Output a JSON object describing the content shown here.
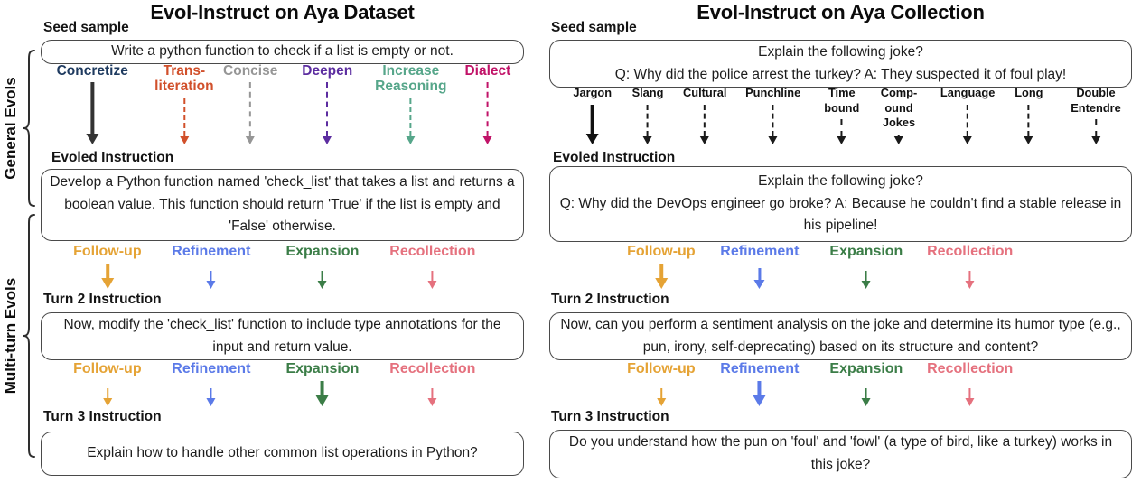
{
  "side_labels": {
    "general": "General Evols",
    "multi_turn": "Multi-turn Evols"
  },
  "left_panel": {
    "title": "Evol-Instruct on Aya Dataset",
    "seed_label": "Seed sample",
    "seed_text": "Write a python function to check if a list is empty or not.",
    "general_evols": [
      {
        "label": "Concretize",
        "color": "#1e3a5f",
        "arrow": {
          "style": "solid",
          "weight": "thick",
          "color": "#333333"
        }
      },
      {
        "label": "Trans-\nliteration",
        "color": "#d1502b",
        "arrow": {
          "style": "dashed",
          "weight": "thin",
          "color": "#d1502b"
        }
      },
      {
        "label": "Concise",
        "color": "#969696",
        "arrow": {
          "style": "dashed",
          "weight": "thin",
          "color": "#969696"
        }
      },
      {
        "label": "Deepen",
        "color": "#5c2da0",
        "arrow": {
          "style": "dashed",
          "weight": "thin",
          "color": "#5c2da0"
        }
      },
      {
        "label": "Increase\nReasoning",
        "color": "#56a68a",
        "arrow": {
          "style": "dashed",
          "weight": "thin",
          "color": "#56a68a"
        }
      },
      {
        "label": "Dialect",
        "color": "#c11368",
        "arrow": {
          "style": "dashed",
          "weight": "thin",
          "color": "#c11368"
        }
      }
    ],
    "evolved_label": "Evoled Instruction",
    "evolved_text": "Develop a Python function named 'check_list' that takes a list and returns a boolean value. This function should return 'True' if the list is empty and 'False' otherwise.",
    "turn2": {
      "label": "Turn 2 Instruction",
      "text": "Now, modify the 'check_list' function to include type annotations for the input and return value.",
      "evols": [
        {
          "label": "Follow-up",
          "color": "#e5a335",
          "arrow": {
            "style": "solid",
            "weight": "thick",
            "color": "#e5a335"
          }
        },
        {
          "label": "Refinement",
          "color": "#5b7ae8",
          "arrow": {
            "style": "dashed",
            "weight": "thin",
            "color": "#5b7ae8"
          }
        },
        {
          "label": "Expansion",
          "color": "#3b7d47",
          "arrow": {
            "style": "dashed",
            "weight": "thin",
            "color": "#3b7d47"
          }
        },
        {
          "label": "Recollection",
          "color": "#e5717e",
          "arrow": {
            "style": "dashed",
            "weight": "thin",
            "color": "#e5717e"
          }
        }
      ]
    },
    "turn3": {
      "label": "Turn 3 Instruction",
      "text": "Explain how to handle other common list operations in Python?",
      "evols": [
        {
          "label": "Follow-up",
          "color": "#e5a335",
          "arrow": {
            "style": "dashed",
            "weight": "thin",
            "color": "#e5a335"
          }
        },
        {
          "label": "Refinement",
          "color": "#5b7ae8",
          "arrow": {
            "style": "dashed",
            "weight": "thin",
            "color": "#5b7ae8"
          }
        },
        {
          "label": "Expansion",
          "color": "#3b7d47",
          "arrow": {
            "style": "solid",
            "weight": "thick",
            "color": "#3b7d47"
          }
        },
        {
          "label": "Recollection",
          "color": "#e5717e",
          "arrow": {
            "style": "dashed",
            "weight": "thin",
            "color": "#e5717e"
          }
        }
      ]
    }
  },
  "right_panel": {
    "title": "Evol-Instruct on Aya Collection",
    "seed_label": "Seed sample",
    "seed_text": "Explain the following joke?\nQ: Why did the police arrest the turkey? A: They suspected it of foul play!",
    "general_evols": [
      {
        "label": "Jargon",
        "color": "#111111",
        "arrow": {
          "style": "solid",
          "weight": "thick",
          "color": "#111111"
        }
      },
      {
        "label": "Slang",
        "color": "#111111",
        "arrow": {
          "style": "dashed",
          "weight": "thin",
          "color": "#1a1a1a"
        }
      },
      {
        "label": "Cultural",
        "color": "#111111",
        "arrow": {
          "style": "dashed",
          "weight": "thin",
          "color": "#1a1a1a"
        }
      },
      {
        "label": "Punchline",
        "color": "#111111",
        "arrow": {
          "style": "dashed",
          "weight": "thin",
          "color": "#1a1a1a"
        }
      },
      {
        "label": "Time\nbound",
        "color": "#111111",
        "arrow": {
          "style": "dashed",
          "weight": "thin",
          "color": "#1a1a1a"
        }
      },
      {
        "label": "Comp-\nound\nJokes",
        "color": "#111111",
        "arrow": {
          "style": "dashed",
          "weight": "thin",
          "color": "#1a1a1a"
        }
      },
      {
        "label": "Language",
        "color": "#111111",
        "arrow": {
          "style": "dashed",
          "weight": "thin",
          "color": "#1a1a1a"
        }
      },
      {
        "label": "Long",
        "color": "#111111",
        "arrow": {
          "style": "dashed",
          "weight": "thin",
          "color": "#1a1a1a"
        }
      },
      {
        "label": "Double\nEntendre",
        "color": "#111111",
        "arrow": {
          "style": "dashed",
          "weight": "thin",
          "color": "#1a1a1a"
        }
      }
    ],
    "evolved_label": "Evoled Instruction",
    "evolved_text": "Explain the following joke?\nQ: Why did the DevOps engineer go broke? A: Because he couldn't find a stable release in his pipeline!",
    "turn2": {
      "label": "Turn 2 Instruction",
      "text": "Now, can you perform a sentiment analysis on the joke and determine its humor type (e.g., pun, irony, self-deprecating) based on its structure and content?",
      "evols": [
        {
          "label": "Follow-up",
          "color": "#e5a335",
          "arrow": {
            "style": "solid",
            "weight": "thick",
            "color": "#e5a335"
          }
        },
        {
          "label": "Refinement",
          "color": "#5b7ae8",
          "arrow": {
            "style": "solid",
            "weight": "medium",
            "color": "#5b7ae8"
          }
        },
        {
          "label": "Expansion",
          "color": "#3b7d47",
          "arrow": {
            "style": "dashed",
            "weight": "thin",
            "color": "#3b7d47"
          }
        },
        {
          "label": "Recollection",
          "color": "#e5717e",
          "arrow": {
            "style": "dashed",
            "weight": "thin",
            "color": "#e5717e"
          }
        }
      ]
    },
    "turn3": {
      "label": "Turn 3 Instruction",
      "text": "Do you understand how the pun on 'foul' and 'fowl' (a type of bird, like a turkey) works in this joke?",
      "evols": [
        {
          "label": "Follow-up",
          "color": "#e5a335",
          "arrow": {
            "style": "dashed",
            "weight": "thin",
            "color": "#e5a335"
          }
        },
        {
          "label": "Refinement",
          "color": "#5b7ae8",
          "arrow": {
            "style": "solid",
            "weight": "thick",
            "color": "#5b7ae8"
          }
        },
        {
          "label": "Expansion",
          "color": "#3b7d47",
          "arrow": {
            "style": "dashed",
            "weight": "thin",
            "color": "#3b7d47"
          }
        },
        {
          "label": "Recollection",
          "color": "#e5717e",
          "arrow": {
            "style": "dashed",
            "weight": "thin",
            "color": "#e5717e"
          }
        }
      ]
    }
  }
}
